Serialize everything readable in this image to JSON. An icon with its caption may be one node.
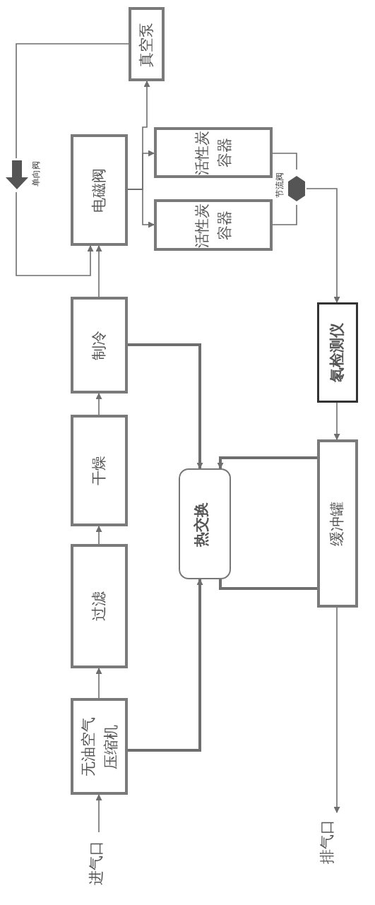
{
  "diagram": {
    "nodes": [
      {
        "text": [
          "进气口"
        ]
      },
      {
        "text": [
          "无油空气压缩机"
        ]
      },
      {
        "text": [
          "过滤"
        ]
      },
      {
        "text": [
          "干燥"
        ]
      },
      {
        "text": [
          "制冷"
        ]
      },
      {
        "text": [
          "电磁阀"
        ]
      },
      {
        "text": [
          "活性炭容器"
        ]
      },
      {
        "text": [
          "活性炭容器"
        ]
      },
      {
        "text": [
          "真空泵"
        ]
      },
      {
        "text": [],
        "shape": "arrow",
        "beside": [
          "单向阀"
        ]
      },
      {
        "text": [],
        "shape": "hexagon",
        "beside": [
          "节流阀"
        ]
      },
      {
        "text": [
          "氡检测仪"
        ]
      },
      {
        "text": [
          "缓冲罐"
        ]
      },
      {
        "text": [
          "热交换"
        ]
      },
      {
        "text": [
          "排气口"
        ]
      }
    ],
    "edges": [
      {
        "from": 0,
        "to": 1,
        "arrow": "to"
      },
      {
        "from": 1,
        "to": 2,
        "arrow": "to"
      },
      {
        "from": 2,
        "to": 3,
        "arrow": "to"
      },
      {
        "from": 3,
        "to": 4,
        "arrow": "to"
      },
      {
        "from": 4,
        "to": 5,
        "arrow": "to"
      },
      {
        "from": 1,
        "to": 13,
        "arrow": "to",
        "style": "thick"
      },
      {
        "from": 4,
        "to": 13,
        "arrow": "to",
        "style": "thick"
      },
      {
        "from": 12,
        "to": 13,
        "arrow": "to",
        "style": "thick"
      },
      {
        "from": 13,
        "to": 12,
        "arrow": "none",
        "style": "thick"
      },
      {
        "from": 5,
        "to": 6,
        "arrow": "to"
      },
      {
        "from": 5,
        "to": 7,
        "arrow": "to"
      },
      {
        "from": 5,
        "to": 8,
        "arrow": "to"
      },
      {
        "from": 8,
        "to": 9,
        "arrow": "none"
      },
      {
        "from": 9,
        "to": 5,
        "arrow": "to"
      },
      {
        "from": 6,
        "to": 10,
        "arrow": "none"
      },
      {
        "from": 7,
        "to": 10,
        "arrow": "none"
      },
      {
        "from": 10,
        "to": 11,
        "arrow": "to"
      },
      {
        "from": 11,
        "to": 12,
        "arrow": "to"
      },
      {
        "from": 12,
        "to": 14,
        "arrow": "to"
      }
    ]
  }
}
